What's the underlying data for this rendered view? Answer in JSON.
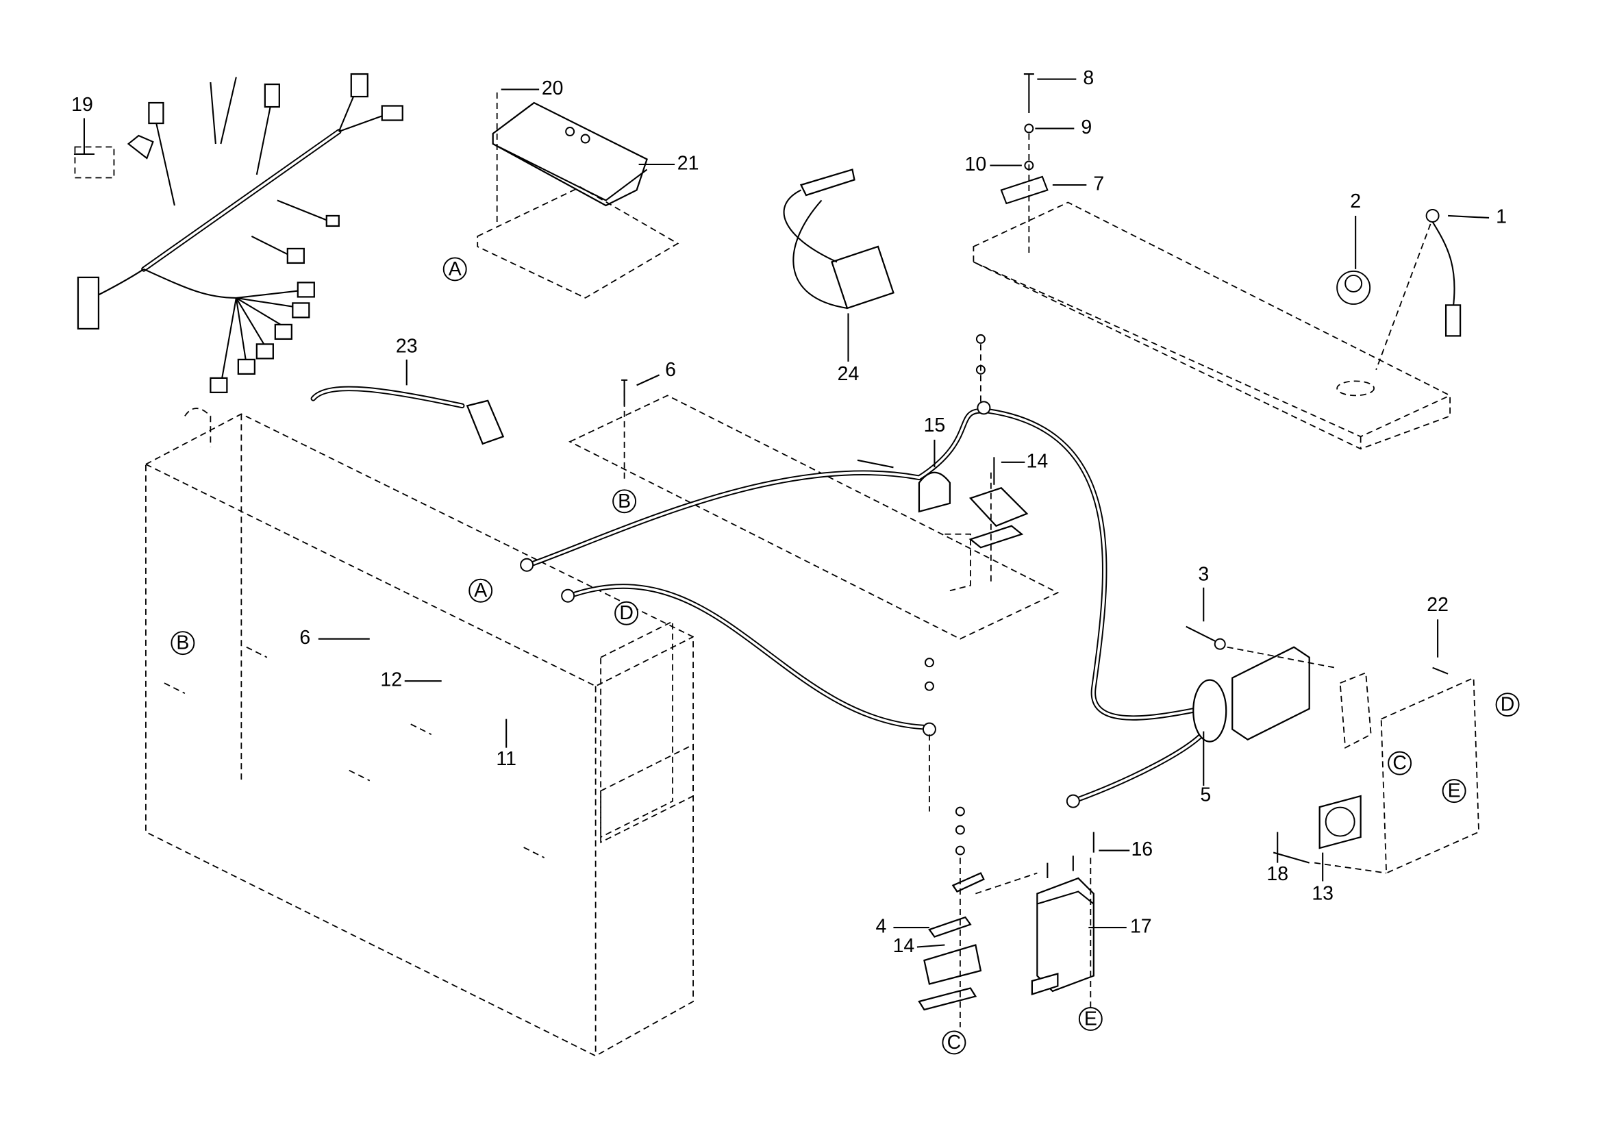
{
  "diagram": {
    "type": "exploded parts diagram",
    "callouts": [
      "19",
      "20",
      "21",
      "8",
      "9",
      "10",
      "7",
      "2",
      "1",
      "24",
      "23",
      "6",
      "15",
      "14",
      "3",
      "22",
      "5",
      "6",
      "12",
      "11",
      "16",
      "17",
      "4",
      "14",
      "18",
      "13"
    ],
    "references": [
      "A",
      "A",
      "B",
      "B",
      "D",
      "D",
      "C",
      "E",
      "E",
      "C"
    ]
  }
}
